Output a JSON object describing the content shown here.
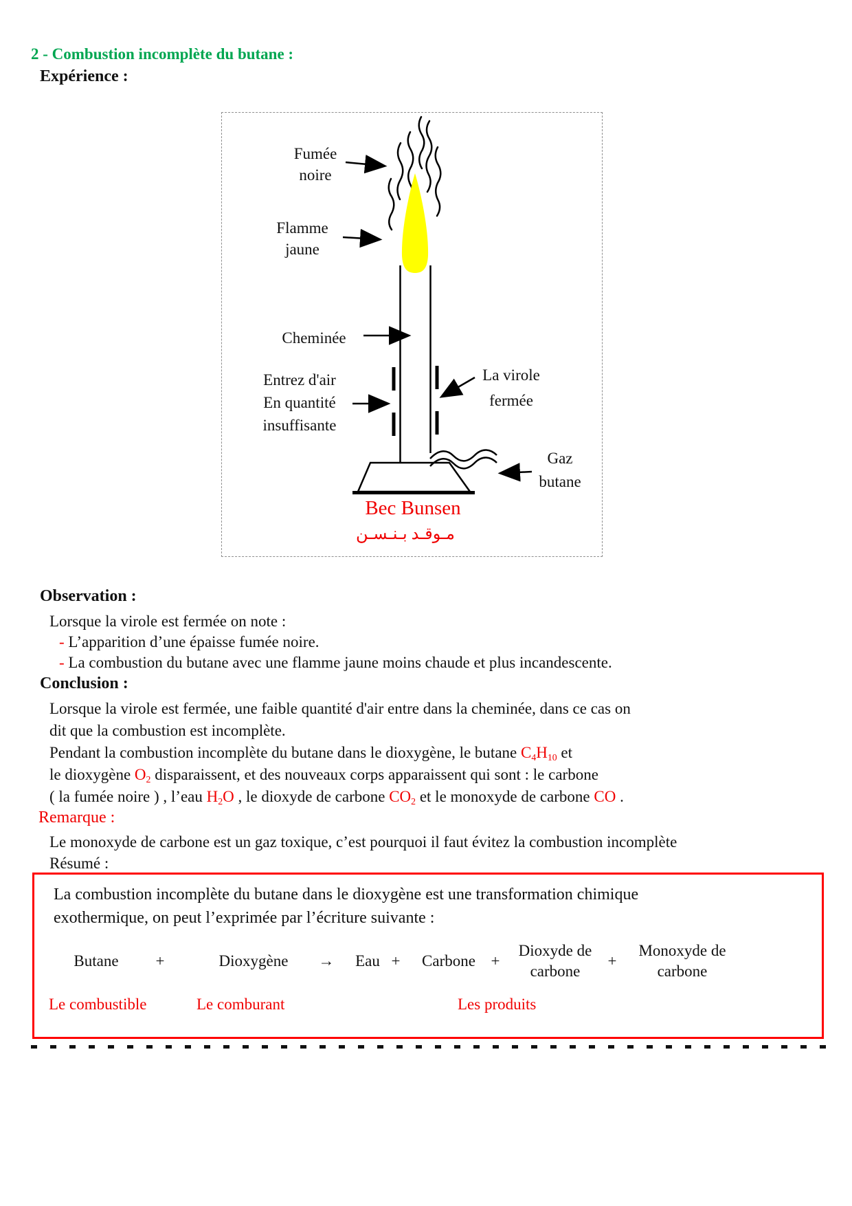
{
  "colors": {
    "green": "#00A651",
    "red": "#F00000",
    "border_red": "#FF0000",
    "flame": "#FFFF00",
    "ink": "#111111"
  },
  "page": {
    "title": "2 - Combustion incomplète du butane :",
    "experience_heading": "Expérience :"
  },
  "figure": {
    "labels": {
      "fumee": "Fumée\nnoire",
      "flamme": "Flamme\njaune",
      "cheminee": "Cheminée",
      "entrez": "Entrez d'air\nEn quantité\ninsuffisante",
      "virole": "La virole\nfermée",
      "gaz": "Gaz\nbutane",
      "bec": "Bec Bunsen",
      "bec_ar": "مـوقـد بـنـسـن"
    }
  },
  "observation": {
    "heading": "Observation :",
    "intro": "Lorsque la virole est fermée on note :",
    "bullet_marker": "-",
    "bullets": [
      "L’apparition d’une épaisse fumée noire.",
      "La combustion du butane avec une flamme jaune moins chaude et plus incandescente."
    ]
  },
  "conclusion": {
    "heading": "Conclusion :",
    "p1_line1": "Lorsque la virole est fermée, une faible quantité d'air entre dans la cheminée, dans ce cas on",
    "p1_line2": "dit que la combustion est incomplète.",
    "p2_line1": [
      {
        "t": "Pendant la combustion incomplète du butane dans le dioxygène, le butane "
      },
      {
        "t": "C",
        "c": "red"
      },
      {
        "t": "4",
        "c": "red sub"
      },
      {
        "t": "H",
        "c": "red"
      },
      {
        "t": "10",
        "c": "red sub"
      },
      {
        "t": " et"
      }
    ],
    "p2_line2": [
      {
        "t": "le dioxygène "
      },
      {
        "t": "O",
        "c": "red"
      },
      {
        "t": "2",
        "c": "red sub"
      },
      {
        "t": " disparaissent, et des nouveaux corps apparaissent qui sont : le carbone"
      }
    ],
    "p2_line3": [
      {
        "t": "( la fumée noire ) , l’eau "
      },
      {
        "t": "H",
        "c": "red"
      },
      {
        "t": "2",
        "c": "red sub"
      },
      {
        "t": "O",
        "c": "red"
      },
      {
        "t": " , le dioxyde de carbone "
      },
      {
        "t": "CO",
        "c": "red"
      },
      {
        "t": "2",
        "c": "red sub"
      },
      {
        "t": " et le monoxyde de carbone "
      },
      {
        "t": "CO",
        "c": "red"
      },
      {
        "t": " ."
      }
    ]
  },
  "remarque": {
    "heading": "Remarque :",
    "text": "Le monoxyde de carbone est un gaz toxique, c’est pourquoi il faut évitez la combustion incomplète",
    "resume_label": "Résumé :"
  },
  "resume_box": {
    "line1": "La combustion incomplète du butane dans le dioxygène est une transformation chimique",
    "line2": "exothermique, on peut l’exprimée par l’écriture suivante :",
    "equation": [
      {
        "t": "Butane"
      },
      {
        "t": "+"
      },
      {
        "t": "Dioxygène"
      },
      {
        "t": "→"
      },
      {
        "t": "Eau"
      },
      {
        "t": "+"
      },
      {
        "t": "Carbone"
      },
      {
        "t": "+"
      },
      {
        "t": "Dioxyde de\ncarbone"
      },
      {
        "t": "+"
      },
      {
        "t": "Monoxyde de\ncarbone"
      }
    ],
    "roles": [
      "Le combustible",
      "Le comburant",
      "Les produits"
    ]
  }
}
